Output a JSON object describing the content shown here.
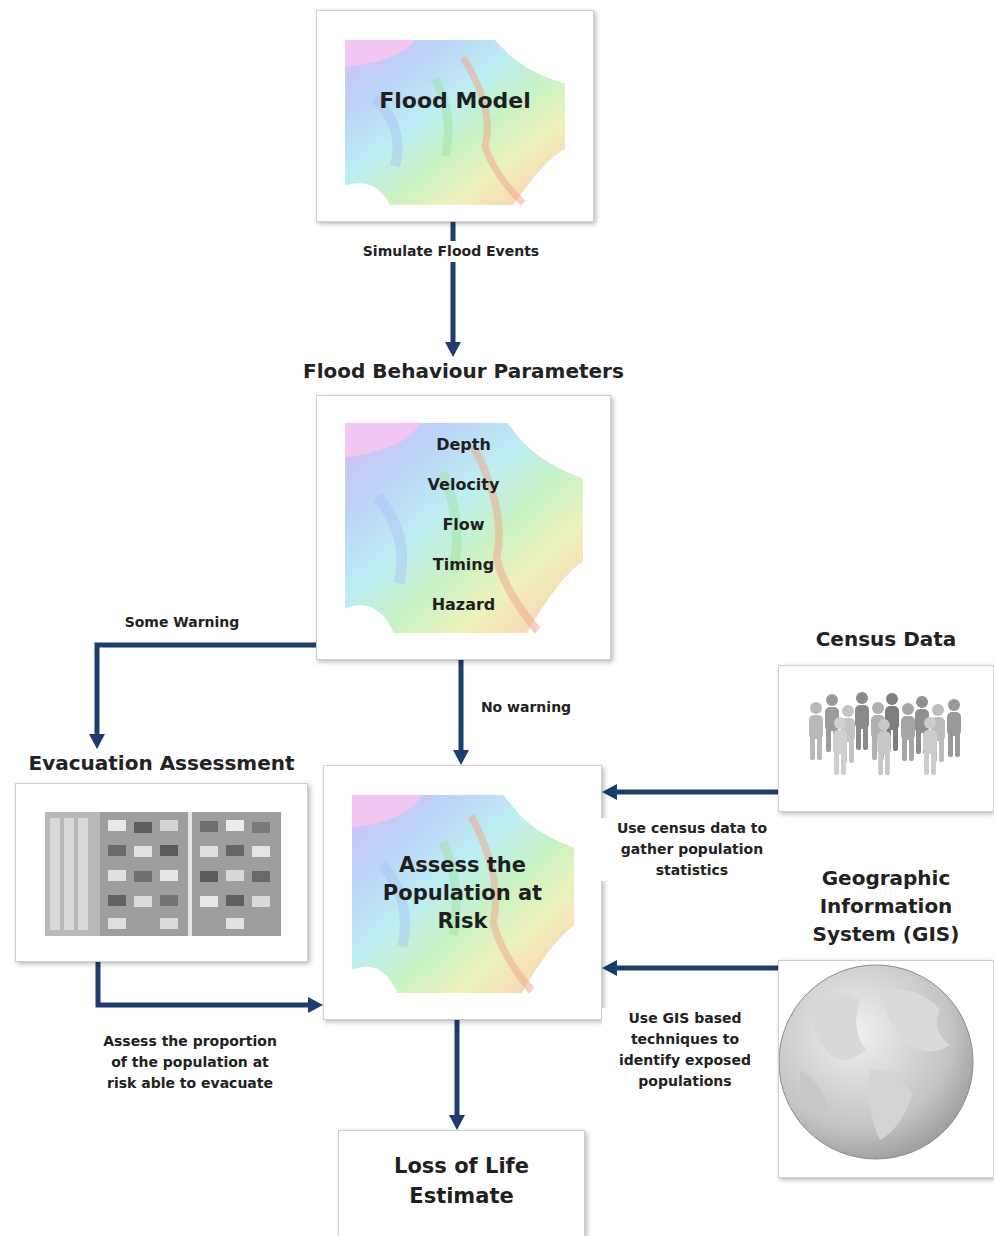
{
  "diagram": {
    "nodes": [
      {
        "text": [
          "Flood Model"
        ]
      },
      {
        "text": [
          "Flood Behaviour Parameters",
          "Depth",
          "Velocity",
          "Flow",
          "Timing",
          "Hazard"
        ]
      },
      {
        "text": [
          "Census Data"
        ]
      },
      {
        "text": [
          "Evacuation Assessment"
        ]
      },
      {
        "text": [
          "Assess the Population at Risk"
        ]
      },
      {
        "text": [
          "Geographic Information System (GIS)"
        ]
      },
      {
        "text": [
          "Loss of Life Estimate"
        ]
      }
    ],
    "edges": [
      {
        "from": 0,
        "to": 1,
        "label": "Simulate Flood Events",
        "arrow": "to"
      },
      {
        "from": 1,
        "to": 3,
        "label": "Some Warning",
        "arrow": "to"
      },
      {
        "from": 1,
        "to": 4,
        "label": "No warning",
        "arrow": "to"
      },
      {
        "from": 2,
        "to": 4,
        "label": "Use census data to gather population statistics",
        "arrow": "to"
      },
      {
        "from": 3,
        "to": 4,
        "label": "Assess the proportion of the population at risk able to evacuate",
        "arrow": "to"
      },
      {
        "from": 5,
        "to": 4,
        "label": "Use GIS based techniques to identify exposed populations",
        "arrow": "to"
      },
      {
        "from": 4,
        "to": 6,
        "arrow": "to"
      }
    ]
  }
}
